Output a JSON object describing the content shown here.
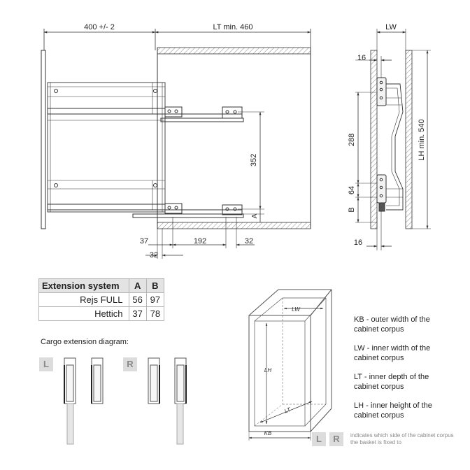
{
  "dimensions": {
    "width_400": "400 +/- 2",
    "lt_min": "LT min. 460",
    "d352": "352",
    "d37": "37",
    "d32a": "32",
    "d192": "192",
    "d32b": "32",
    "lw": "LW",
    "d16_top": "16",
    "d288": "288",
    "lh_min": "LH min. 540",
    "d64": "64",
    "b_label": "B",
    "a_label": "A",
    "d16_bottom": "16"
  },
  "table": {
    "headers": [
      "Extension system",
      "A",
      "B"
    ],
    "rows": [
      {
        "system": "Rejs FULL",
        "a": "56",
        "b": "97"
      },
      {
        "system": "Hettich",
        "a": "37",
        "b": "78"
      }
    ]
  },
  "cargo": {
    "title": "Cargo extension diagram:",
    "left_badge": "L",
    "right_badge": "R"
  },
  "box": {
    "lw": "LW",
    "lh": "LH",
    "lt": "LT",
    "kb": "KB"
  },
  "legend": [
    {
      "line1": "KB - outer width of the",
      "line2": "cabinet corpus"
    },
    {
      "line1": "LW - inner width of the",
      "line2": "cabinet corpus"
    },
    {
      "line1": "LT - inner depth of the",
      "line2": "cabinet corpus"
    },
    {
      "line1": "LH - inner height of the",
      "line2": "cabinet corpus"
    }
  ],
  "note": {
    "badge_l": "L",
    "badge_r": "R",
    "line1": "indicates which side of the cabinet corpus",
    "line2": "the basket is fixed to"
  },
  "colors": {
    "line": "#333333",
    "hatch": "#999999",
    "badge_bg": "#dcdcdc",
    "table_header": "#e3e3e3"
  }
}
